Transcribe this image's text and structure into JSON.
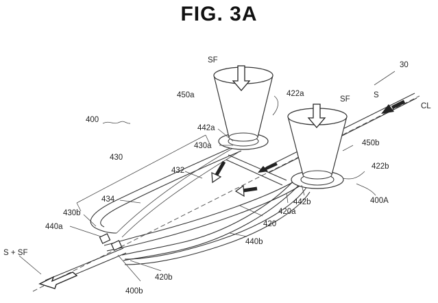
{
  "figure": {
    "title": "FIG. 3A"
  },
  "labels": {
    "ref_30": "30",
    "sf_left": "SF",
    "sf_right": "SF",
    "s_in": "S",
    "cl": "CL",
    "s_sf_out": "S + SF",
    "l450a": "450a",
    "l422a": "422a",
    "l442a": "442a",
    "l430a": "430a",
    "l400": "400",
    "l430": "430",
    "l432": "432",
    "l434": "434",
    "l430b": "430b",
    "l440a": "440a",
    "l450b": "450b",
    "l422b": "422b",
    "l400A": "400A",
    "l442b": "442b",
    "l420a": "420a",
    "l420": "420",
    "l440b": "440b",
    "l420b": "420b",
    "l400b": "400b"
  },
  "icons": {
    "left_funnel": "funnel-icon",
    "right_funnel": "funnel-icon",
    "flow_arrows": "arrow-icon"
  }
}
